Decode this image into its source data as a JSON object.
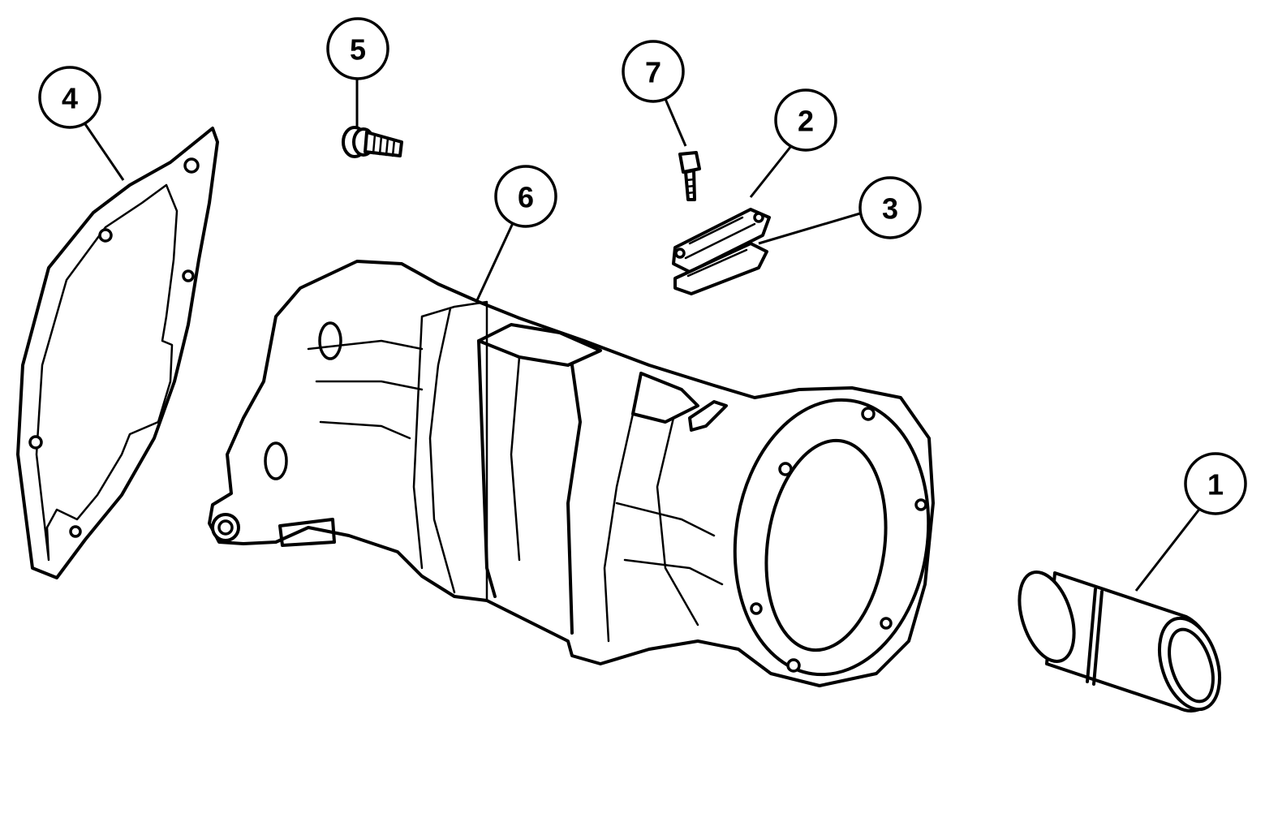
{
  "callouts": [
    {
      "id": "1",
      "label": "1",
      "part": "bushing"
    },
    {
      "id": "2",
      "label": "2",
      "part": "cover"
    },
    {
      "id": "3",
      "label": "3",
      "part": "gasket-small"
    },
    {
      "id": "4",
      "label": "4",
      "part": "gasket-large"
    },
    {
      "id": "5",
      "label": "5",
      "part": "bolt"
    },
    {
      "id": "6",
      "label": "6",
      "part": "extension-housing"
    },
    {
      "id": "7",
      "label": "7",
      "part": "bolt-small"
    }
  ]
}
